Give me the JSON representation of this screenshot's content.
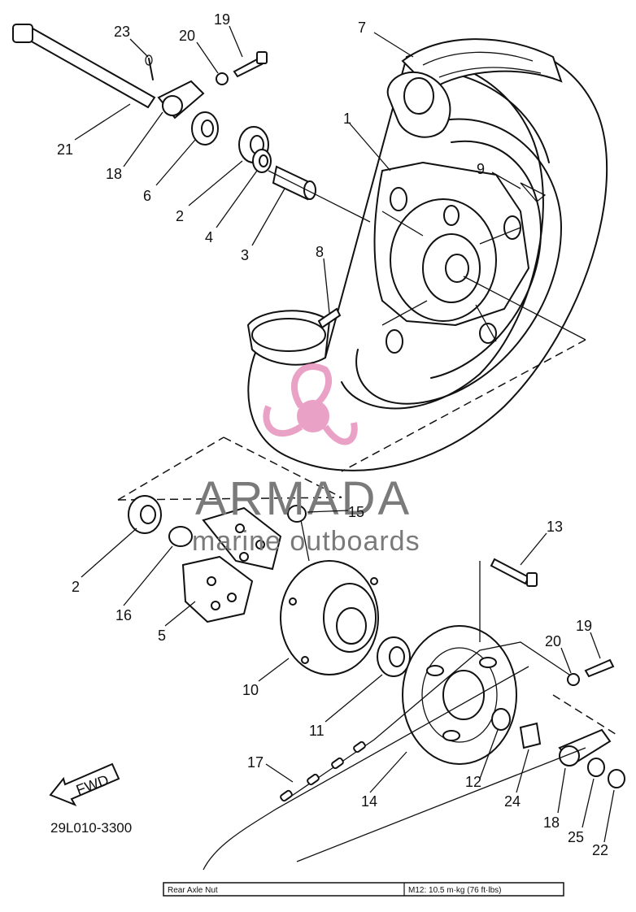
{
  "diagram_code": "29L010-3300",
  "fwd_label": "FWD",
  "watermark": {
    "brand": "ARMADA",
    "subtitle": "marine outboards",
    "pink": "#e68ab8",
    "gray": "#7a7a7a"
  },
  "spec_table": {
    "label": "Rear Axle Nut",
    "value": "M12: 10.5 m·kg (76 ft·lbs)"
  },
  "callouts": [
    {
      "id": "c23",
      "text": "23"
    },
    {
      "id": "c20a",
      "text": "20"
    },
    {
      "id": "c19a",
      "text": "19"
    },
    {
      "id": "c7",
      "text": "7"
    },
    {
      "id": "c1",
      "text": "1"
    },
    {
      "id": "c21",
      "text": "21"
    },
    {
      "id": "c18a",
      "text": "18"
    },
    {
      "id": "c6",
      "text": "6"
    },
    {
      "id": "c2a",
      "text": "2"
    },
    {
      "id": "c4",
      "text": "4"
    },
    {
      "id": "c3",
      "text": "3"
    },
    {
      "id": "c9",
      "text": "9"
    },
    {
      "id": "c8",
      "text": "8"
    },
    {
      "id": "c15",
      "text": "15"
    },
    {
      "id": "c13",
      "text": "13"
    },
    {
      "id": "c2b",
      "text": "2"
    },
    {
      "id": "c16",
      "text": "16"
    },
    {
      "id": "c5",
      "text": "5"
    },
    {
      "id": "c10",
      "text": "10"
    },
    {
      "id": "c11",
      "text": "11"
    },
    {
      "id": "c20b",
      "text": "20"
    },
    {
      "id": "c19b",
      "text": "19"
    },
    {
      "id": "c17",
      "text": "17"
    },
    {
      "id": "c12",
      "text": "12"
    },
    {
      "id": "c14",
      "text": "14"
    },
    {
      "id": "c24",
      "text": "24"
    },
    {
      "id": "c18b",
      "text": "18"
    },
    {
      "id": "c25",
      "text": "25"
    },
    {
      "id": "c22",
      "text": "22"
    }
  ]
}
